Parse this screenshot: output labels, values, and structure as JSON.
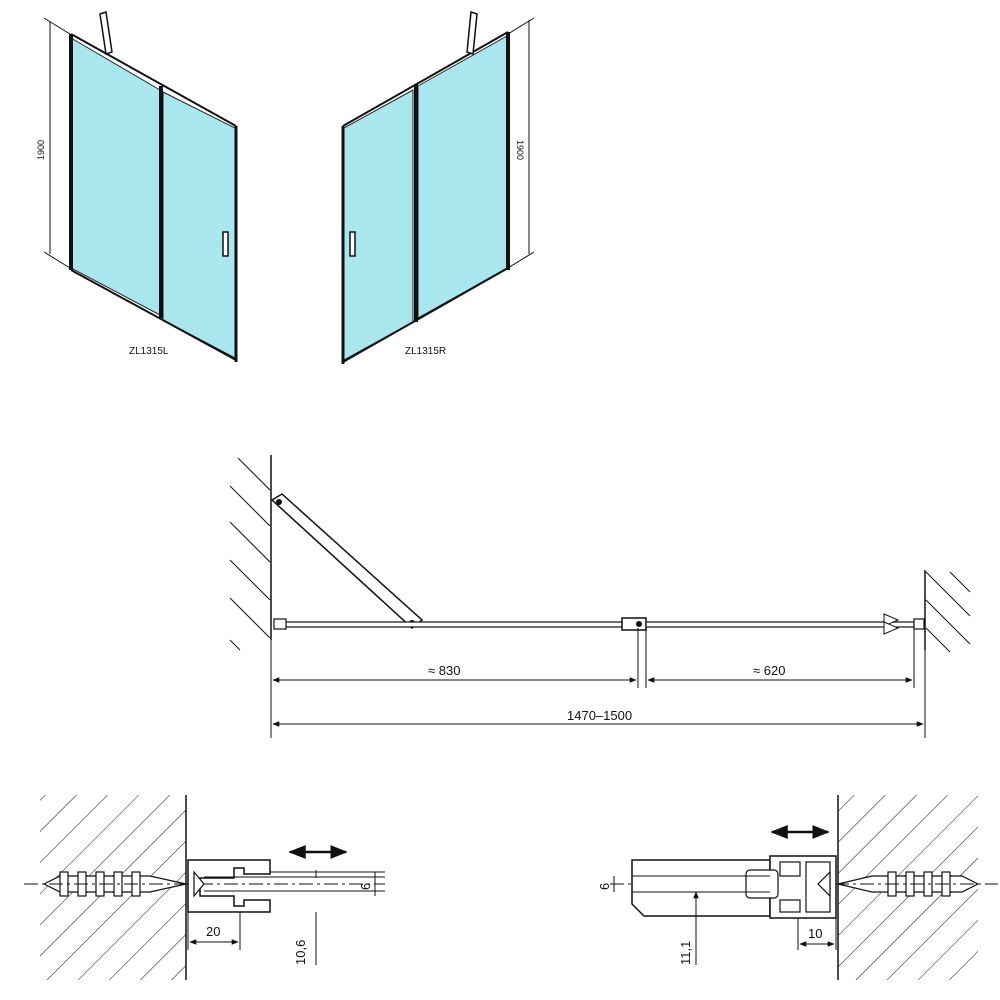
{
  "views": {
    "left_label": "ZL1315L",
    "right_label": "ZL1315R",
    "left_height": "1900",
    "right_height": "1900"
  },
  "plan": {
    "dim_door": "≈ 830",
    "dim_fixed": "≈ 620",
    "dim_total": "1470–1500"
  },
  "details": {
    "left": {
      "dim_20": "20",
      "dim_6": "6",
      "dim_10_6": "10,6"
    },
    "right": {
      "dim_6": "6",
      "dim_11_1": "11,1",
      "dim_10": "10"
    }
  },
  "colors": {
    "glass": "#a9e6ee",
    "line": "#111111"
  }
}
